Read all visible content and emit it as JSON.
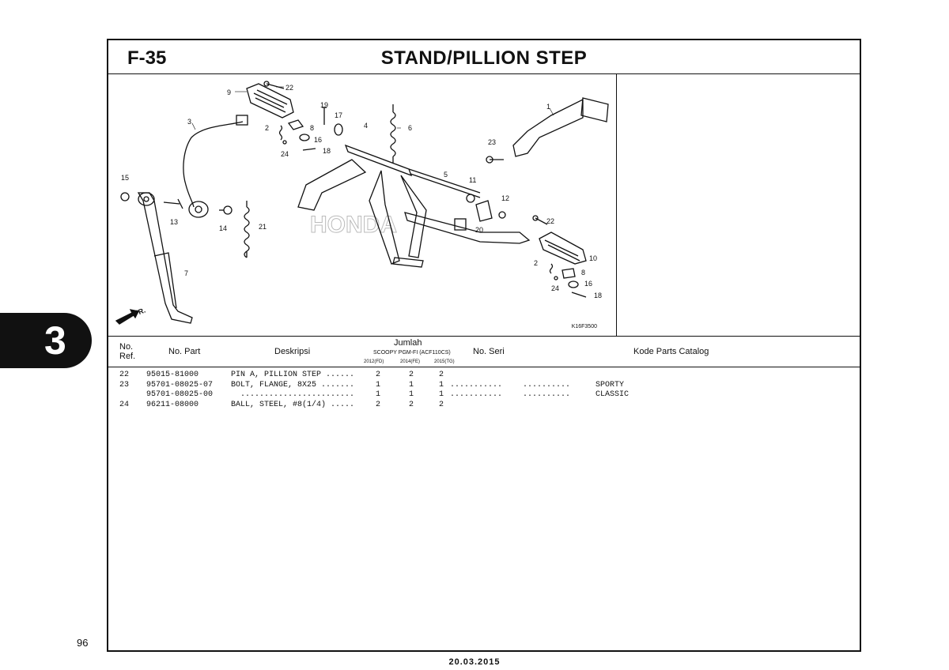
{
  "page": {
    "figure_no": "F-35",
    "title": "STAND/PILLION STEP",
    "page_number": "96",
    "date": "20.03.2015",
    "section_tab": "3"
  },
  "diagram": {
    "code": "K16F3500",
    "direction_label": "FR.",
    "watermark": "HONDA",
    "callouts": [
      "1",
      "2",
      "3",
      "4",
      "5",
      "6",
      "7",
      "8",
      "9",
      "10",
      "11",
      "12",
      "13",
      "14",
      "15",
      "16",
      "17",
      "18",
      "19",
      "20",
      "21",
      "22",
      "23",
      "24"
    ]
  },
  "table": {
    "headers": {
      "no_ref": "No.\nRef.",
      "no_part": "No. Part",
      "deskripsi": "Deskripsi",
      "jumlah": "Jumlah",
      "model": "SCOOPY PGM-FI (ACF110CS)",
      "year1": "2012(FD)",
      "year2": "2014(FE)",
      "year3": "2015(TG)",
      "no_seri": "No. Seri",
      "kode": "Kode Parts Catalog"
    },
    "rows": [
      {
        "ref": "22",
        "part": "95015-81000",
        "desc": "PIN A, PILLION STEP ......",
        "q1": "2",
        "q2": "2",
        "q3": "2",
        "dots1": "",
        "dots2": "",
        "remark": ""
      },
      {
        "ref": "23",
        "part": "95701-08025-07",
        "desc": "BOLT, FLANGE, 8X25 .......",
        "q1": "1",
        "q2": "1",
        "q3": "1",
        "dots1": "...........",
        "dots2": "..........",
        "remark": "SPORTY"
      },
      {
        "ref": "",
        "part": "95701-08025-00",
        "desc": "  ........................",
        "q1": "1",
        "q2": "1",
        "q3": "1",
        "dots1": "...........",
        "dots2": "..........",
        "remark": "CLASSIC"
      },
      {
        "ref": "24",
        "part": "96211-08000",
        "desc": "BALL, STEEL, #8(1/4) .....",
        "q1": "2",
        "q2": "2",
        "q3": "2",
        "dots1": "",
        "dots2": "",
        "remark": ""
      }
    ]
  }
}
